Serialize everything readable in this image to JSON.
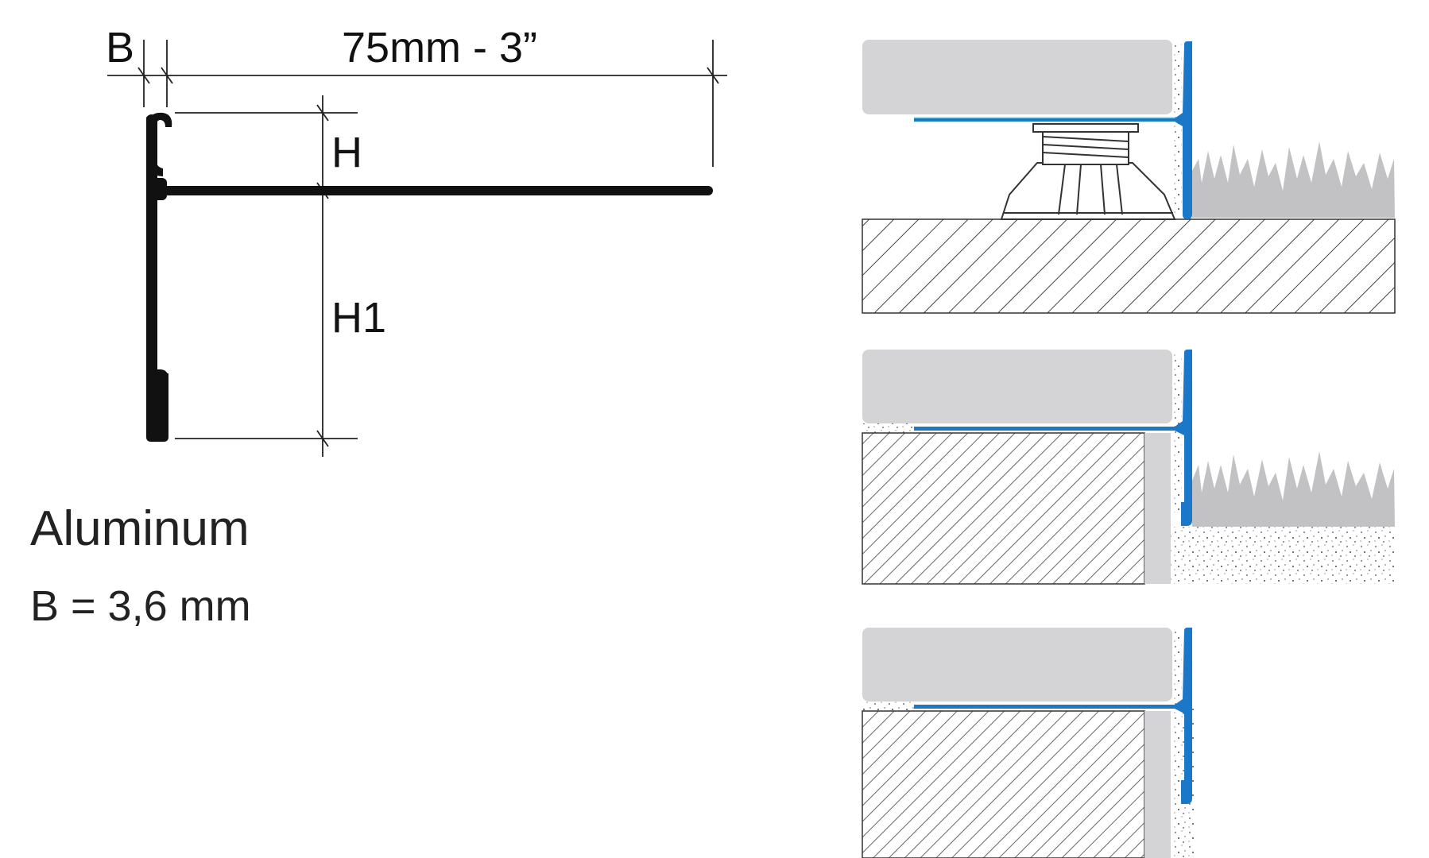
{
  "labels": {
    "b": "B",
    "width": "75mm - 3”",
    "h": "H",
    "h1": "H1",
    "material": "Aluminum",
    "thickness": "B = 3,6 mm"
  },
  "colors": {
    "profile_black": "#111111",
    "profile_blue": "#1b78c8",
    "tile_gray": "#d4d4d6",
    "grass_gray": "#c2c2c4",
    "hatch_line": "#444444",
    "adhesive_cyan": "#6fd0e8"
  },
  "icons": [
    "grass-icon",
    "pedestal-icon"
  ]
}
